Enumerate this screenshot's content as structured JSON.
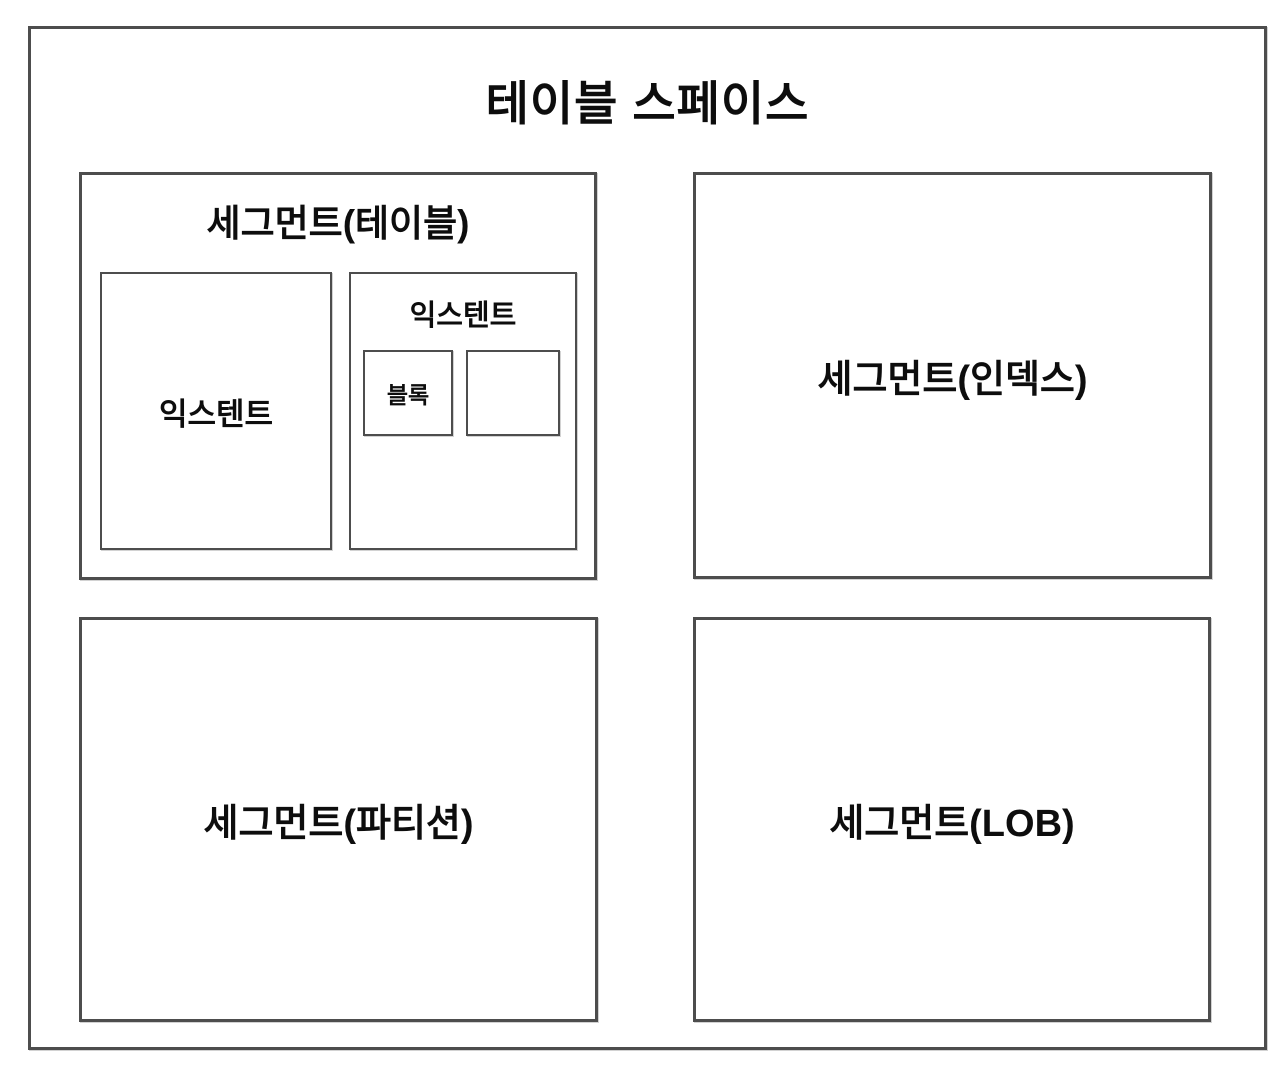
{
  "diagram": {
    "title": "테이블 스페이스",
    "segments": {
      "table": {
        "label": "세그먼트(테이블)"
      },
      "index": {
        "label": "세그먼트(인덱스)"
      },
      "partition": {
        "label": "세그먼트(파티션)"
      },
      "lob": {
        "label": "세그먼트(LOB)"
      }
    },
    "extents": {
      "left": {
        "label": "익스텐트"
      },
      "right": {
        "label": "익스텐트"
      }
    },
    "blocks": {
      "labeled": {
        "label": "블록"
      },
      "empty": {
        "label": ""
      }
    },
    "colors": {
      "border": "#4d4d4d",
      "text": "#0d0d0d",
      "background": "#ffffff"
    }
  }
}
